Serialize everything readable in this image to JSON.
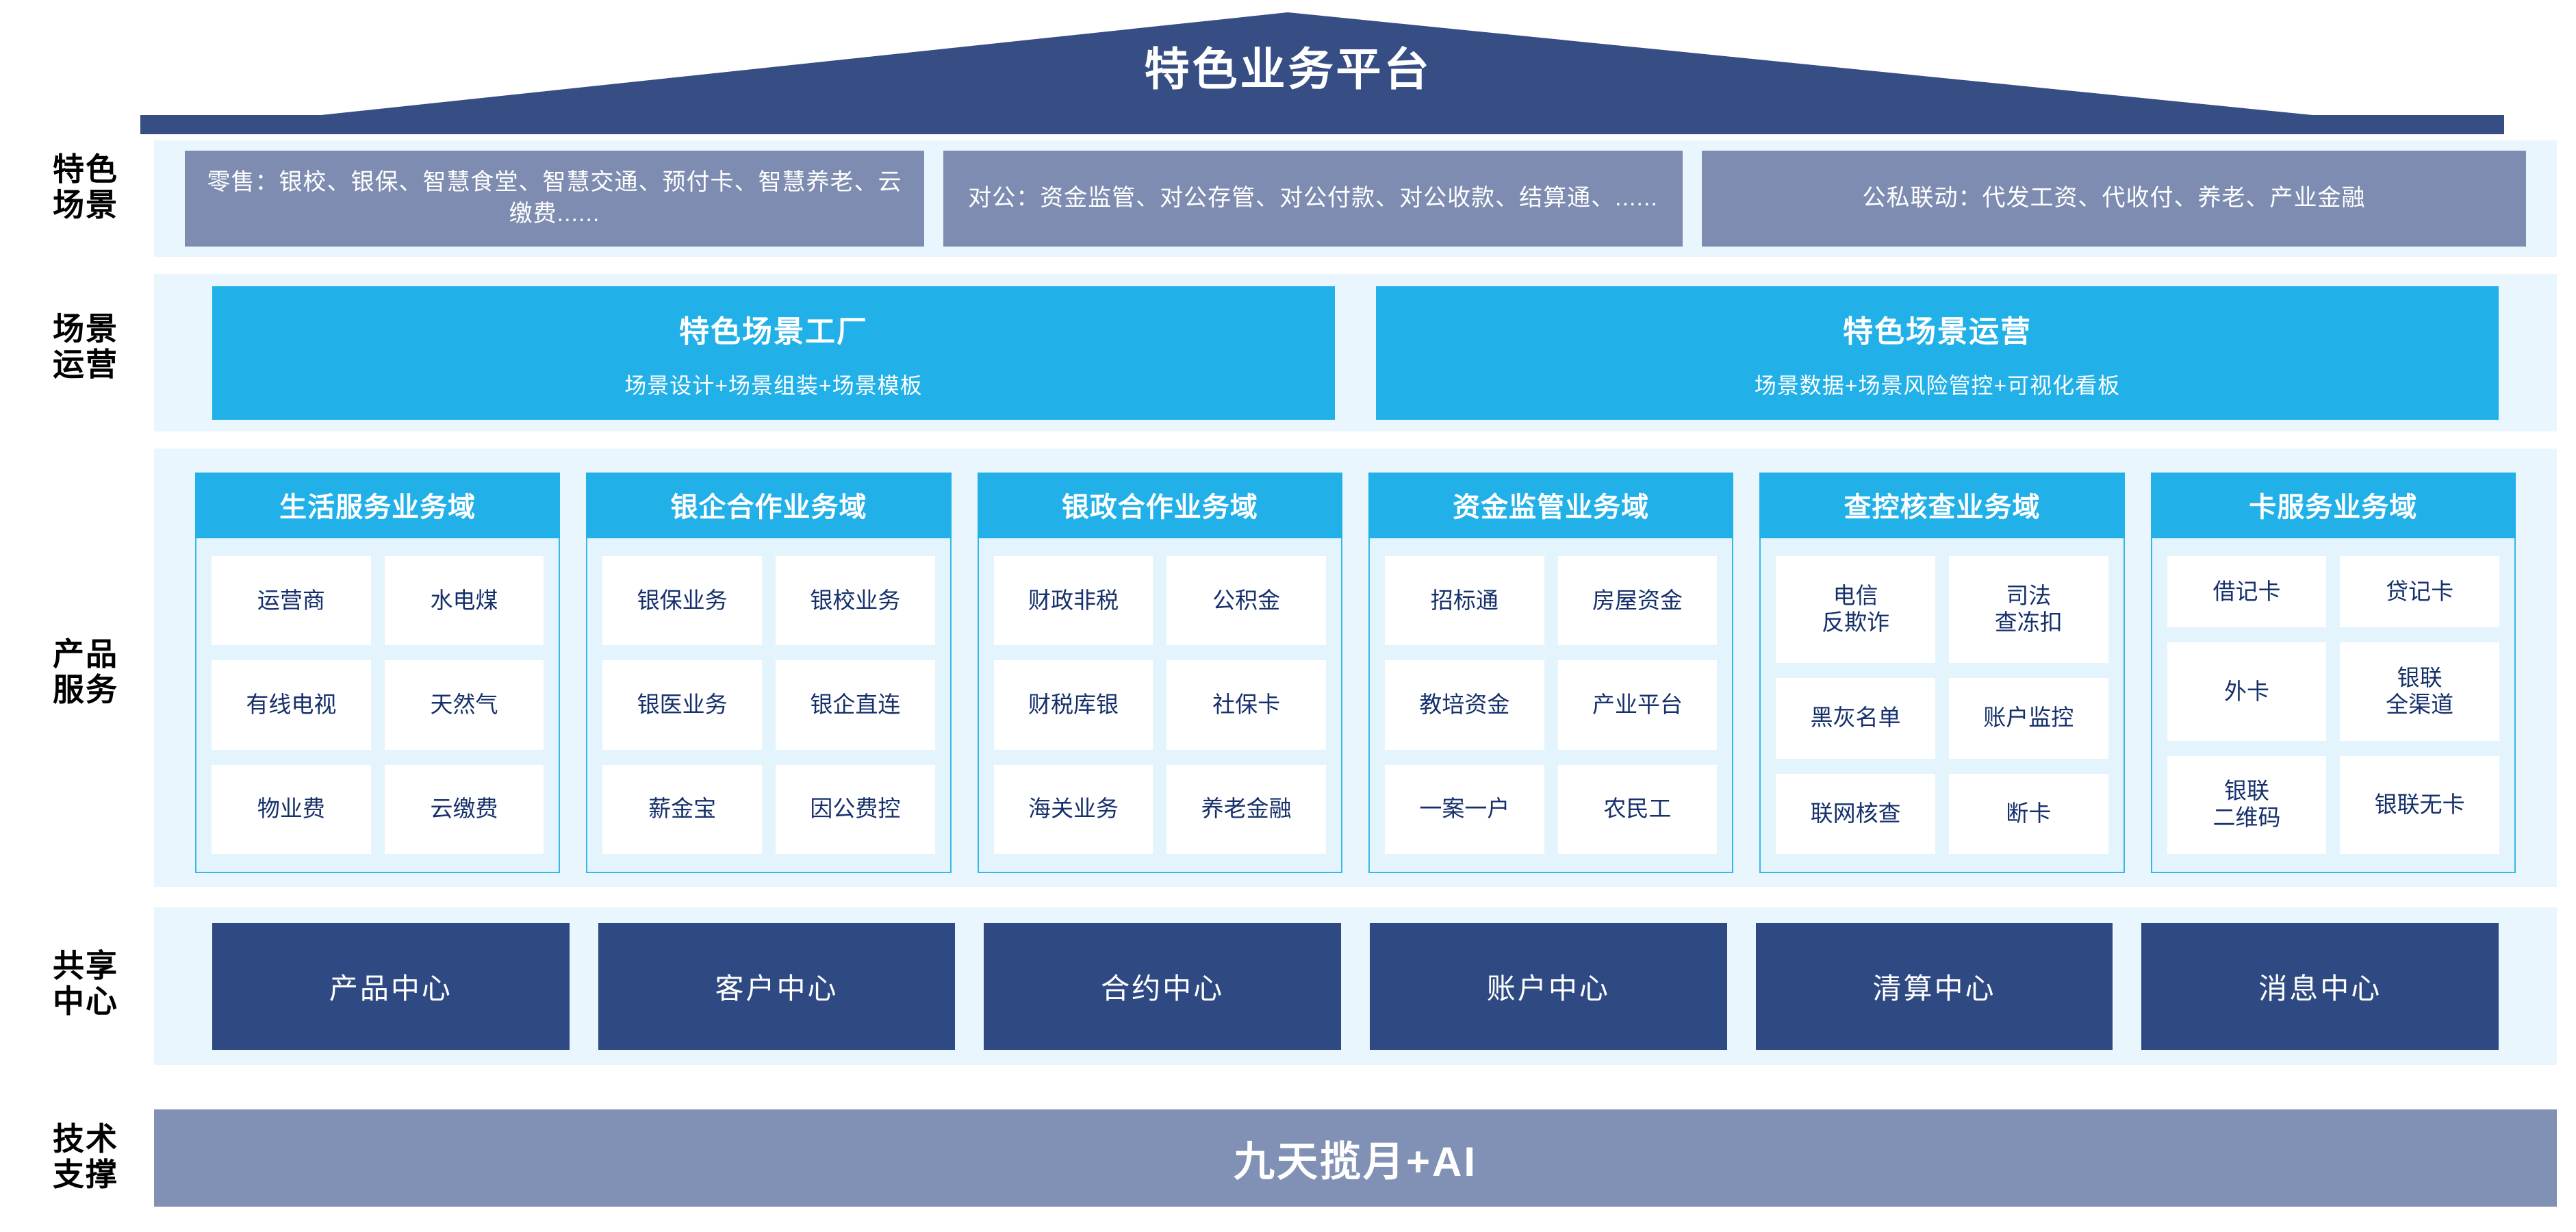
{
  "header": {
    "title": "特色业务平台",
    "banner_color": "#374e85"
  },
  "rows": {
    "scenes_label": "特色\n场景",
    "ops_label": "场景\n运营",
    "products_label": "产品\n服务",
    "shared_label": "共享\n中心",
    "tech_label": "技术\n支撑"
  },
  "scenes": {
    "box_color": "#7d8cb0",
    "items": [
      "零售：银校、银保、智慧食堂、智慧交通、预付卡、智慧养老、云缴费......",
      "对公：资金监管、对公存管、对公付款、对公收款、结算通、......",
      "公私联动：代发工资、代收付、养老、产业金融"
    ]
  },
  "operations": {
    "box_color": "#21b0e8",
    "items": [
      {
        "title": "特色场景工厂",
        "subtitle": "场景设计+场景组装+场景模板"
      },
      {
        "title": "特色场景运营",
        "subtitle": "场景数据+场景风险管控+可视化看板"
      }
    ]
  },
  "products": {
    "header_color": "#21b0e8",
    "body_color": "#e4f4fd",
    "tile_text_color": "#16306b",
    "domains": [
      {
        "title": "生活服务业务域",
        "items": [
          "运营商",
          "水电煤",
          "有线电视",
          "天然气",
          "物业费",
          "云缴费"
        ]
      },
      {
        "title": "银企合作业务域",
        "items": [
          "银保业务",
          "银校业务",
          "银医业务",
          "银企直连",
          "薪金宝",
          "因公费控"
        ]
      },
      {
        "title": "银政合作业务域",
        "items": [
          "财政非税",
          "公积金",
          "财税库银",
          "社保卡",
          "海关业务",
          "养老金融"
        ]
      },
      {
        "title": "资金监管业务域",
        "items": [
          "招标通",
          "房屋资金",
          "教培资金",
          "产业平台",
          "一案一户",
          "农民工"
        ]
      },
      {
        "title": "查控核查业务域",
        "items": [
          "电信\n反欺诈",
          "司法\n查冻扣",
          "黑灰名单",
          "账户监控",
          "联网核查",
          "断卡"
        ]
      },
      {
        "title": "卡服务业务域",
        "items": [
          "借记卡",
          "贷记卡",
          "外卡",
          "银联\n全渠道",
          "银联\n二维码",
          "银联无卡"
        ]
      }
    ]
  },
  "shared_centers": {
    "box_color": "#2f4a82",
    "items": [
      "产品中心",
      "客户中心",
      "合约中心",
      "账户中心",
      "清算中心",
      "消息中心"
    ]
  },
  "tech_support": {
    "bar_color": "#8191b5",
    "label": "九天揽月+AI"
  }
}
